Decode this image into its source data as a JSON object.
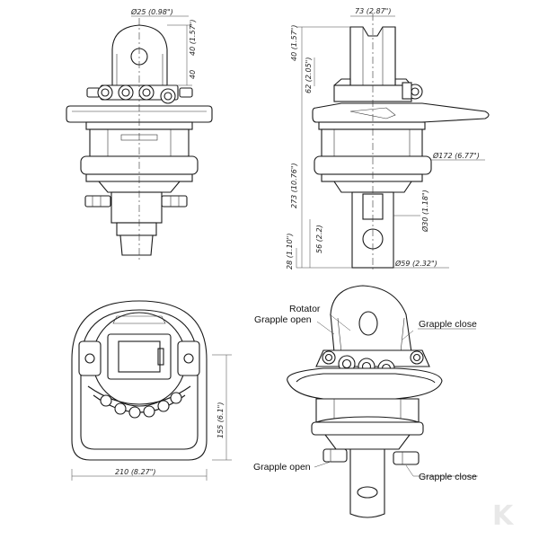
{
  "dimensions": {
    "top_pin_dia": "Ø25  (0.98\")",
    "ear_height": "40  (1.57\")",
    "ear_offset": "40",
    "top_width": "73 (2.87\")",
    "side_ear": "40  (1.57\")",
    "side_62": "62  (2.05\")",
    "overall_height": "273  (10.76\")",
    "body_dia": "Ø172  (6.77\")",
    "shaft_dia": "Ø30  (1.18\")",
    "shaft_len": "56 (2.2)",
    "bottom_28": "28  (1.10\")",
    "bottom_dia": "Ø59  (2.32\")",
    "plan_width": "210  (8.27\")",
    "plan_height": "155 (6.1\")"
  },
  "labels": {
    "rotator": "Rotator",
    "grapple_open_top": "Grapple open",
    "grapple_close_top": "Grapple close",
    "grapple_open_bottom": "Grapple open",
    "grapple_close_bottom": "Grapple close"
  },
  "logo": "K"
}
